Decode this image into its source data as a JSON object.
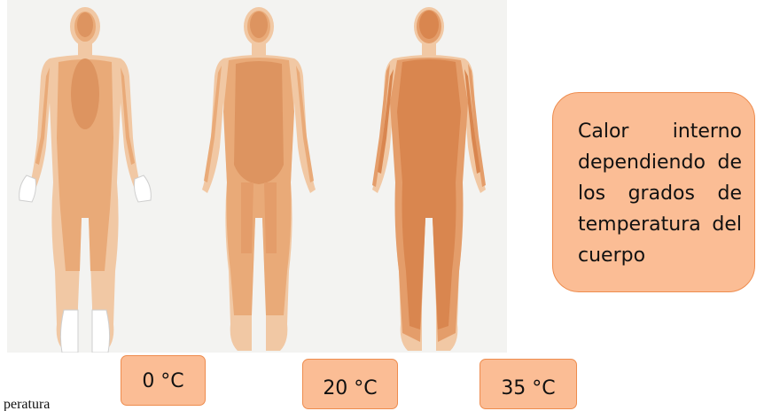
{
  "figure": {
    "figure_labels": [
      "0 °C",
      "20 °C",
      "35 °C"
    ],
    "colors": {
      "background": "#f3f3f1",
      "outer_layer": "#f1c8a4",
      "middle_layer": "#e9aa78",
      "core": "#d9864f",
      "white_extremities": "#ffffff",
      "box_fill": "#fbbd95",
      "box_border": "#ee8c4e"
    }
  },
  "caption": {
    "text": "Calor interno dependiendo de los grados de temperatura del cuerpo"
  },
  "temperatures": [
    {
      "label": "0 °C"
    },
    {
      "label": "20 °C"
    },
    {
      "label": "35 °C"
    }
  ],
  "footer": {
    "clipped_text": "peratura"
  }
}
